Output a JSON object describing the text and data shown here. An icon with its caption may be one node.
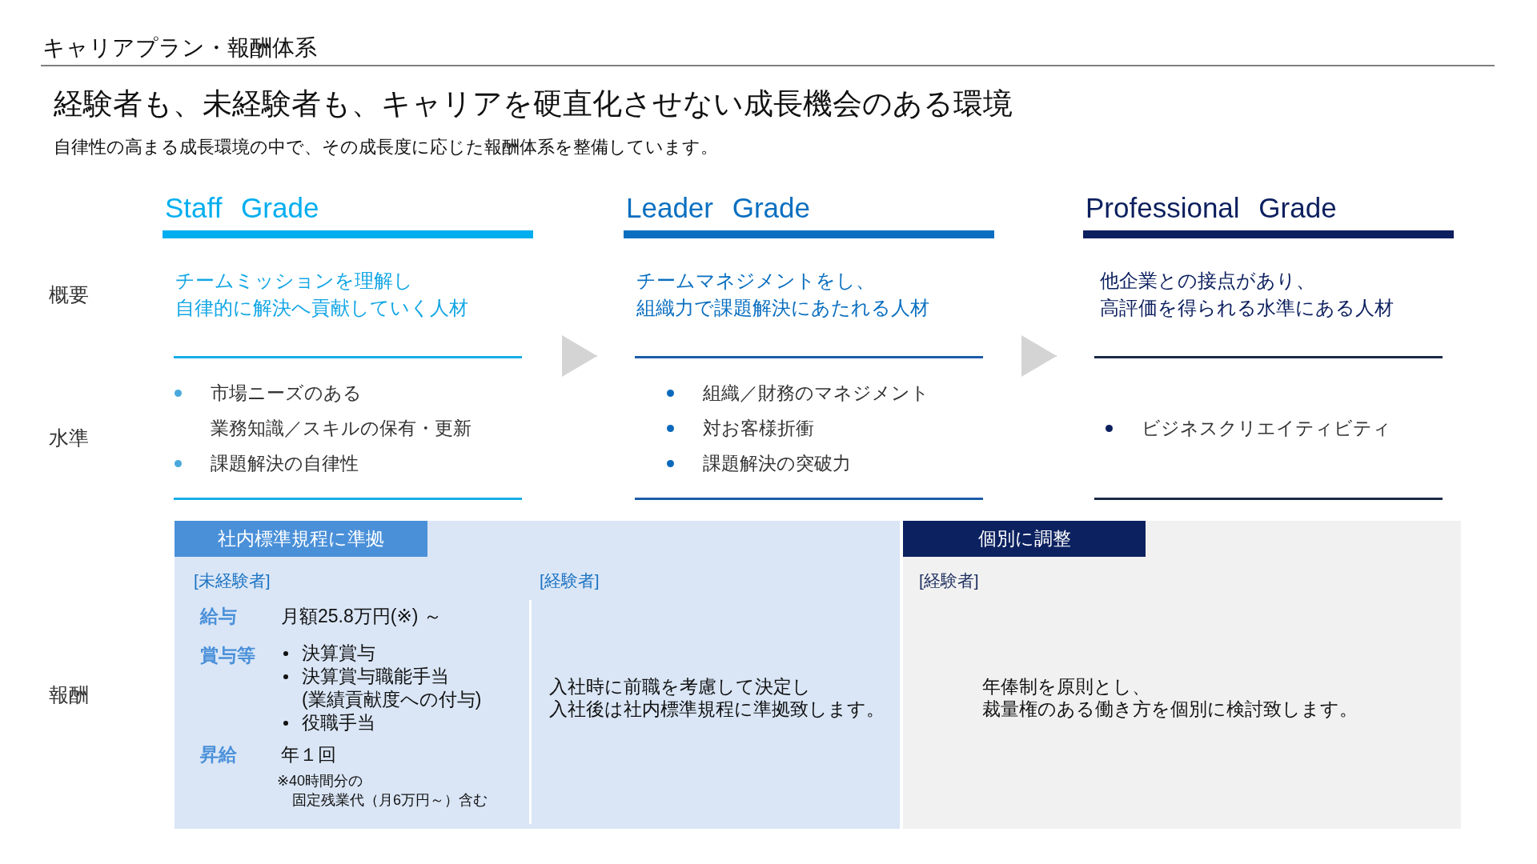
{
  "diagram": {
    "title": "経験者も、未経験者も、キャリアを硬直化させない成長機会のある環境",
    "nodes": [
      {
        "text": [
          "Staff Grade",
          "チームミッションを理解し自律的に解決へ貢献していく人材",
          "市場ニーズのある業務知識／スキルの保有・更新",
          "課題解決の自律性"
        ]
      },
      {
        "text": [
          "Leader Grade",
          "チームマネジメントをし、組織力で課題解決にあたれる人材",
          "組織／財務のマネジメント",
          "対お客様折衝",
          "課題解決の突破力"
        ]
      },
      {
        "text": [
          "Professional Grade",
          "他企業との接点があり、高評価を得られる水準にある人材",
          "ビジネスクリエイティビティ"
        ]
      },
      {
        "text": [
          "[未経験者]",
          "給与",
          "月額25.8万円(※) ～",
          "賞与等",
          "決算賞与",
          "決算賞与職能手当(業績貢献度への付与)",
          "役職手当",
          "昇給",
          "年１回",
          "※40時間分の固定残業代（月6万円～）含む",
          "[経験者]",
          "入社時に前職を考慮して決定し入社後は社内標準規程に準拠致します。"
        ]
      },
      {
        "text": [
          "社内標準規程に準拠"
        ],
        "in": 3
      },
      {
        "text": [
          "[経験者]",
          "年俸制を原則とし、裁量権のある働き方を個別に検討致します。"
        ]
      },
      {
        "text": [
          "個別に調整"
        ],
        "in": 5
      }
    ],
    "edges": [
      {
        "from": 0,
        "to": 1,
        "arrow": "to"
      },
      {
        "from": 1,
        "to": 2,
        "arrow": "to"
      }
    ],
    "labels": [
      "キャリアプラン・報酬体系",
      "自律性の高まる成長環境の中で、その成長度に応じた報酬体系を整備しています。",
      "概要",
      "水準",
      "報酬"
    ]
  }
}
